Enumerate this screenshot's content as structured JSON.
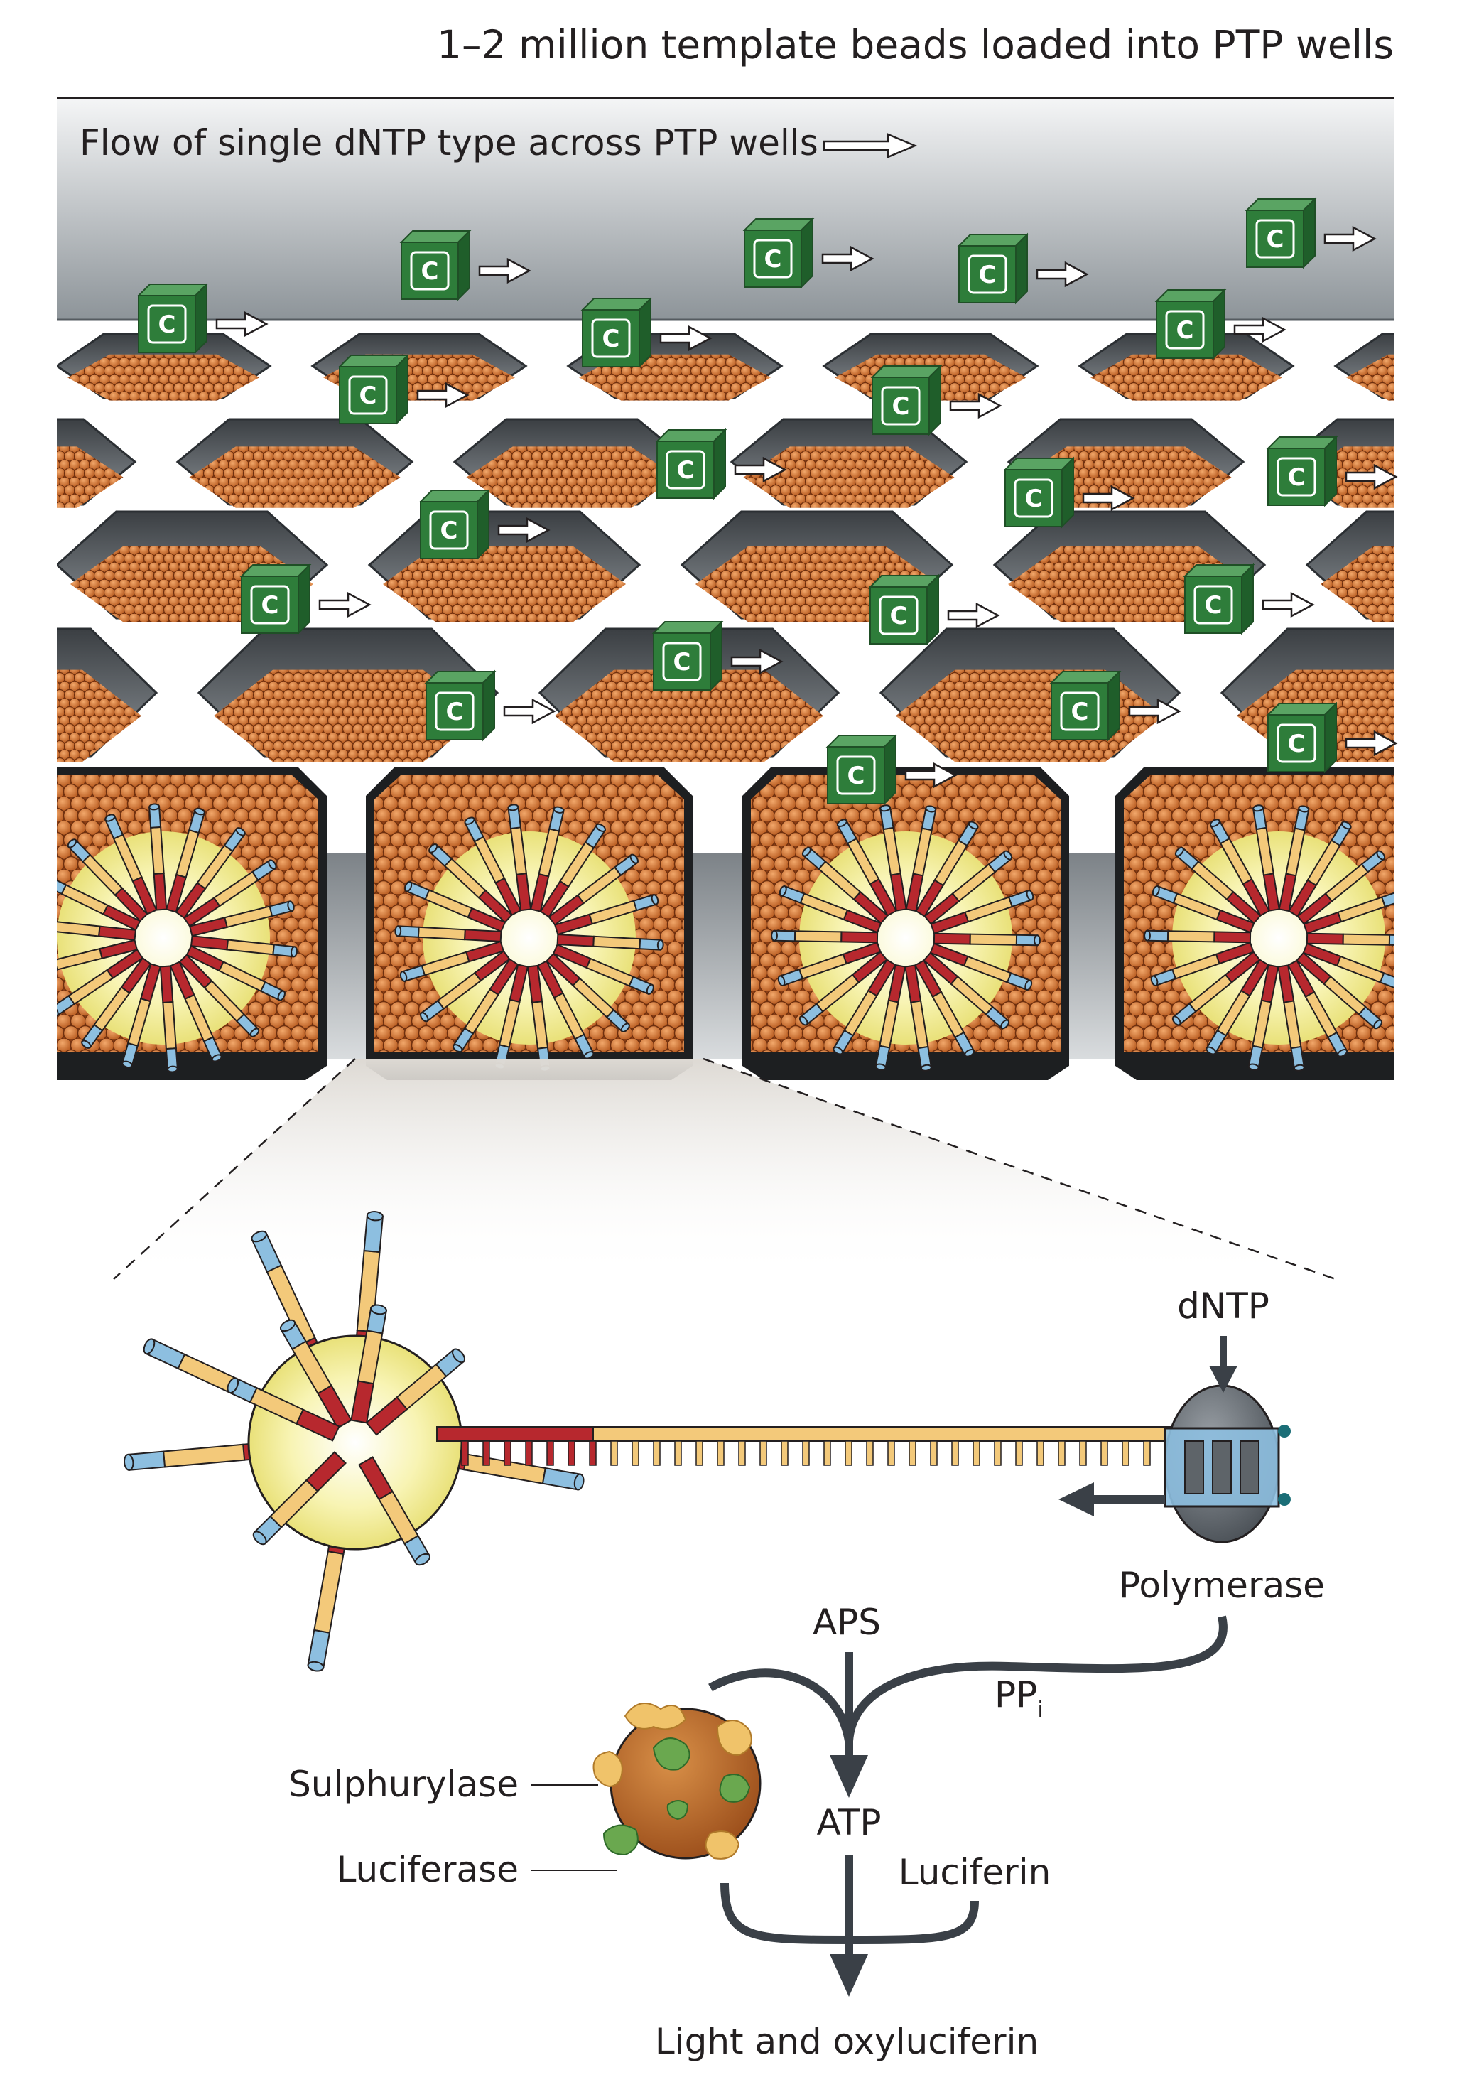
{
  "header": {
    "caption": "1–2 million template beads loaded into PTP wells"
  },
  "flow": {
    "label": "Flow of single dNTP type across PTP wells",
    "nucleotide": "C",
    "nucleotide_color": "#2e7d3a"
  },
  "reaction": {
    "dntp": "dNTP",
    "polymerase": "Polymerase",
    "aps": "APS",
    "ppi": "PP",
    "ppi_subscript": "i",
    "atp": "ATP",
    "sulphurylase": "Sulphurylase",
    "luciferase": "Luciferase",
    "luciferin": "Luciferin",
    "product": "Light and oxyluciferin"
  },
  "colors": {
    "bead": "#d9823a",
    "template_bead": "#f7f19a",
    "dna_red": "#b7282e",
    "dna_yellow": "#f3c97a",
    "dna_blue": "#8dbfe0",
    "arrow_dark": "#3a4047"
  }
}
